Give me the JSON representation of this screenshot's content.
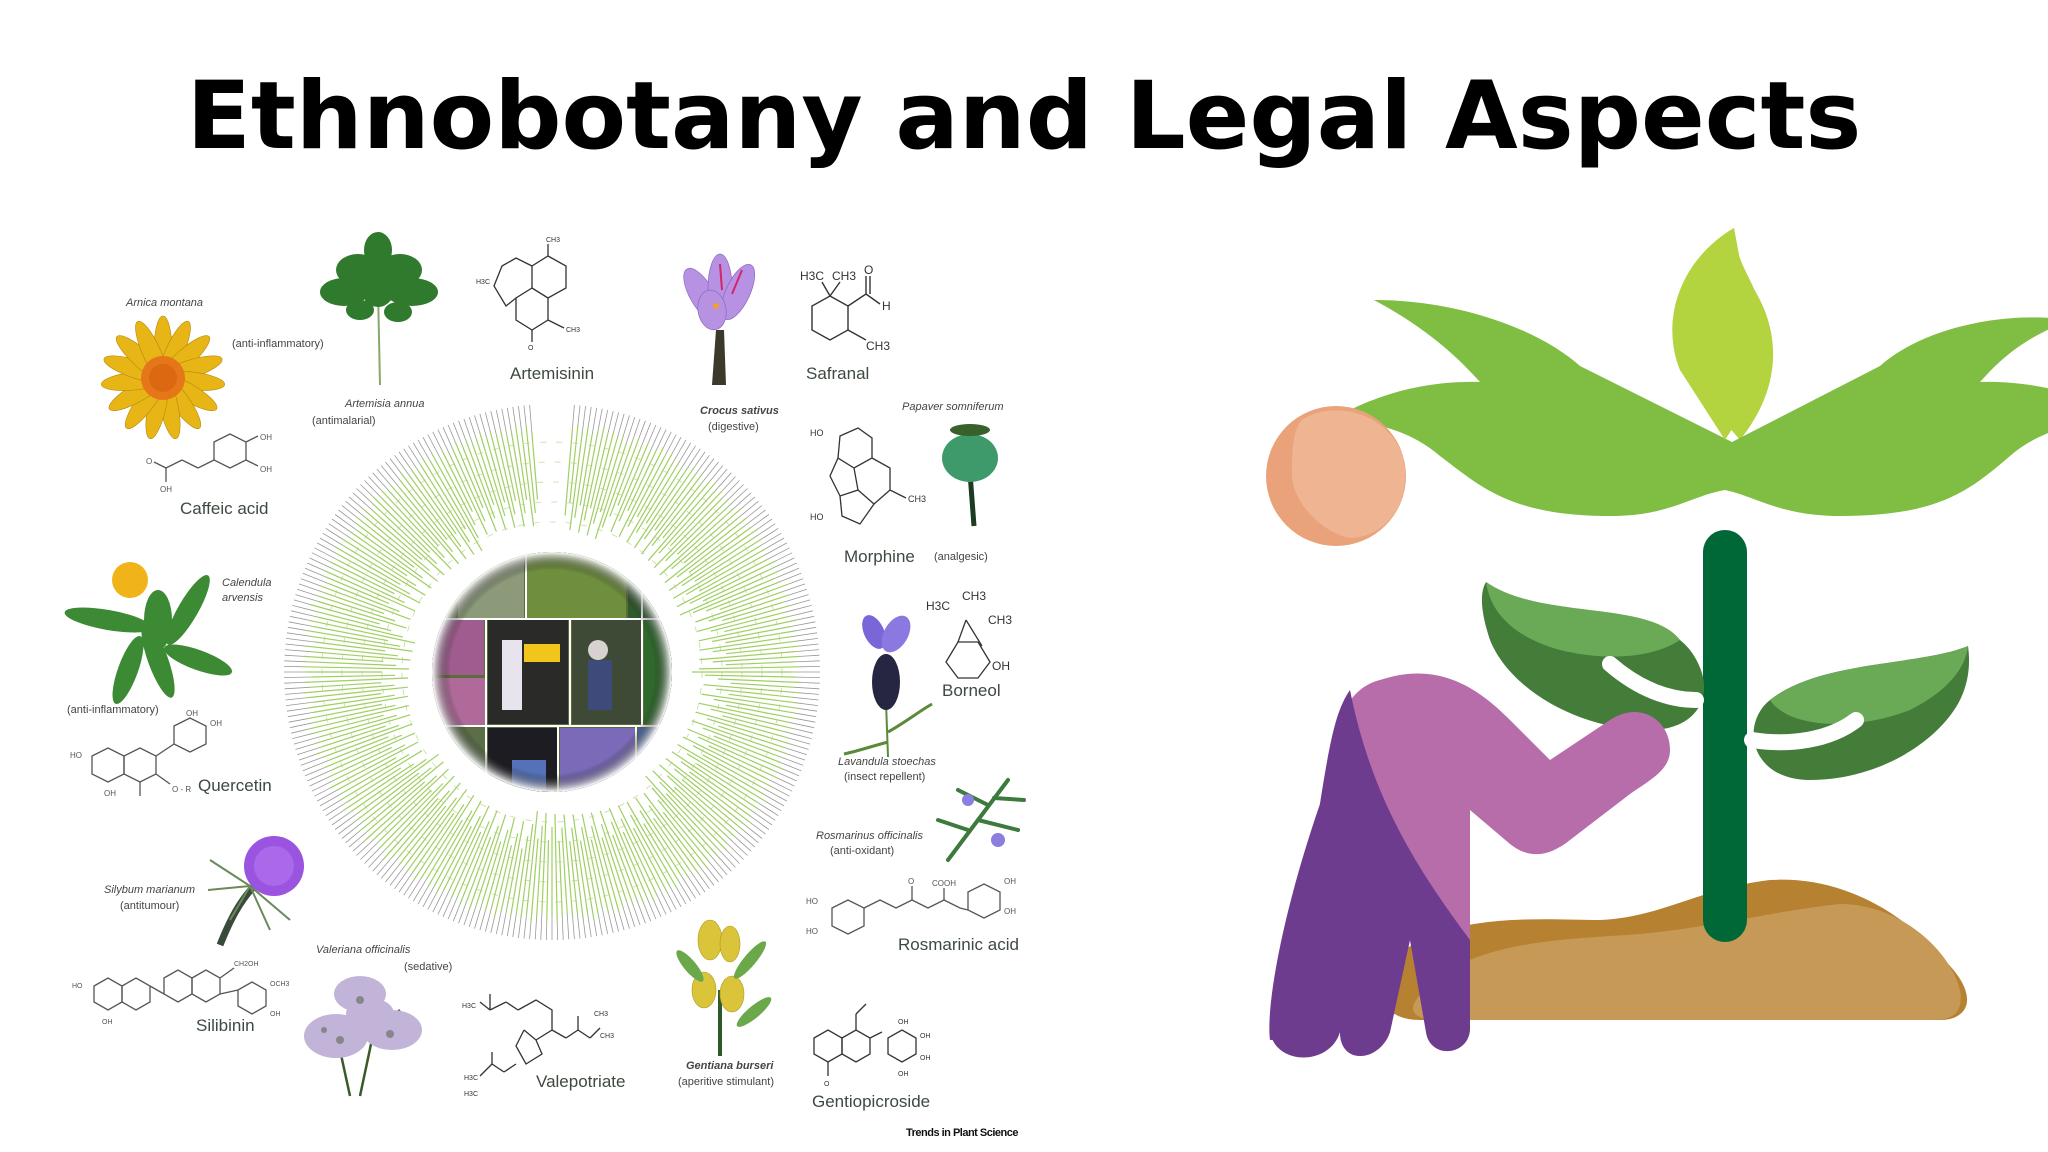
{
  "title": "Ethnobotany and Legal Aspects",
  "figure": {
    "credit": "Trends in Plant Science",
    "plants": [
      {
        "species": "Arnica montana",
        "use": "(anti-inflammatory)",
        "compound": "Caffeic acid"
      },
      {
        "species": "Artemisia annua",
        "use": "(antimalarial)",
        "compound": "Artemisinin"
      },
      {
        "species": "Crocus sativus",
        "use": "(digestive)",
        "compound": "Safranal"
      },
      {
        "species": "Papaver somniferum",
        "use": "(analgesic)",
        "compound": "Morphine"
      },
      {
        "species": "Calendula arvensis",
        "use": "(anti-inflammatory)",
        "compound": "Quercetin"
      },
      {
        "species": "Lavandula stoechas",
        "use": "(insect repellent)",
        "compound": "Borneol"
      },
      {
        "species": "Rosmarinus officinalis",
        "use": "(anti-oxidant)",
        "compound": "Rosmarinic acid"
      },
      {
        "species": "Silybum marianum",
        "use": "(antitumour)",
        "compound": "Silibinin"
      },
      {
        "species": "Valeriana officinalis",
        "use": "(sedative)",
        "compound": "Valepotriate"
      },
      {
        "species": "Gentiana burseri",
        "use": "(aperitive stimulant)",
        "compound": "Gentiopicroside"
      }
    ],
    "calendula_line1": "Calendula",
    "calendula_line2": "arvensis"
  },
  "colors": {
    "person_light": "#b66daa",
    "person_dark": "#6e3c8f",
    "head_light": "#efb593",
    "head_dark": "#e9a27a",
    "leaf_top": "#b3d33f",
    "leaf_main": "#7fbd43",
    "leaf_side_light": "#6aa956",
    "leaf_side_dark": "#447c3a",
    "stem": "#006837",
    "soil_light": "#c69a56",
    "soil_dark": "#b68130"
  }
}
